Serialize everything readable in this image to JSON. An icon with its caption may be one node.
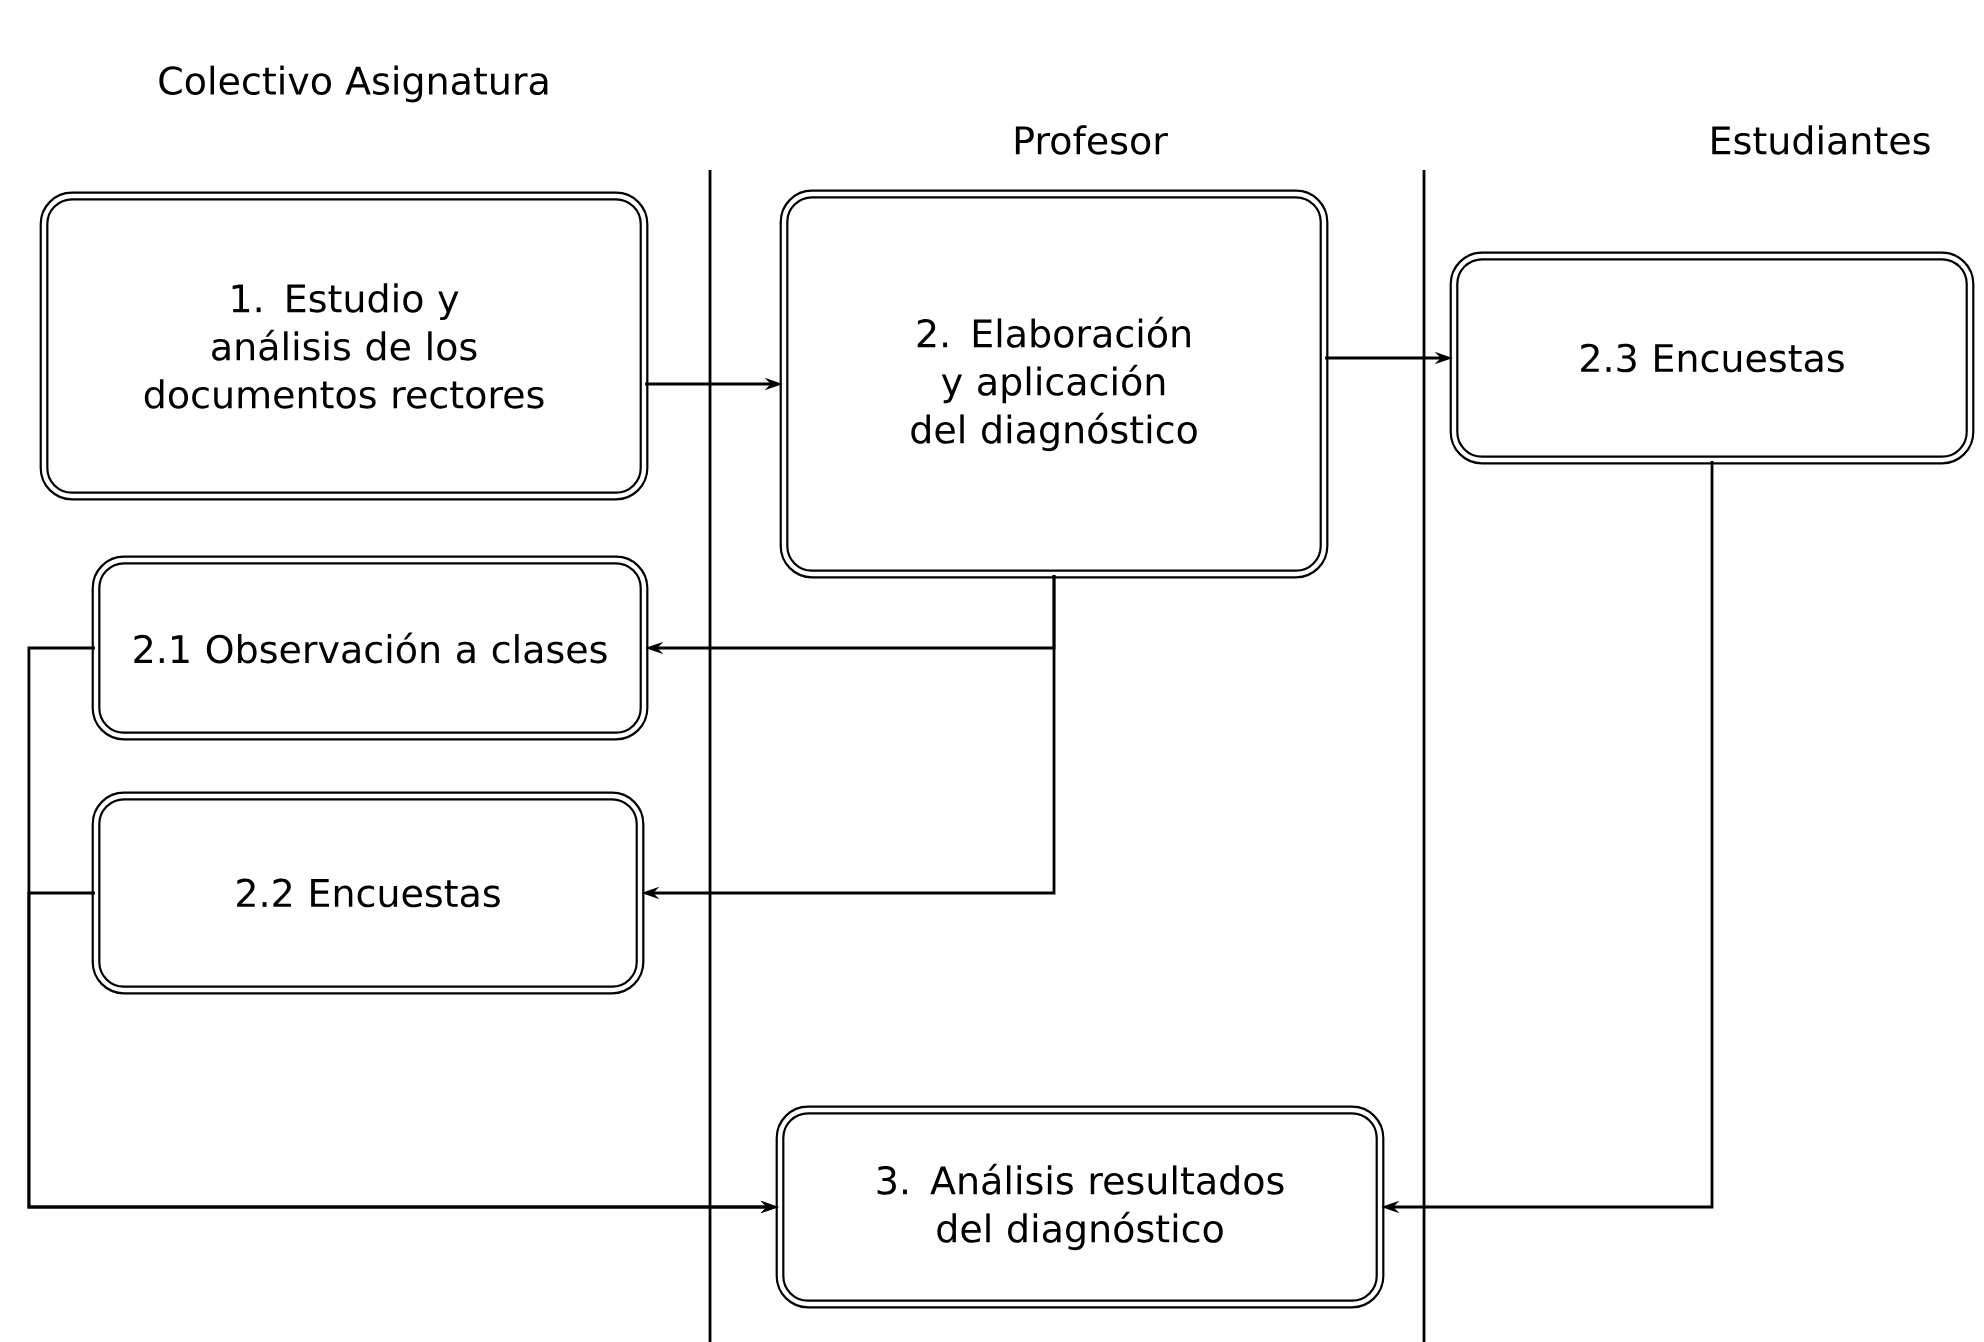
{
  "diagram": {
    "nodes": [
      {
        "text": [
          "1. Estudio y análisis de los documentos rectores"
        ]
      },
      {
        "text": [
          "2. Elaboración y aplicación del diagnóstico"
        ]
      },
      {
        "text": [
          "2.3 Encuestas"
        ]
      },
      {
        "text": [
          "2.1 Observación a clases"
        ]
      },
      {
        "text": [
          "2.2 Encuestas"
        ]
      },
      {
        "text": [
          "3. Análisis resultados del diagnóstico"
        ]
      }
    ],
    "edges": [
      {
        "from": 0,
        "to": 1,
        "arrow": "to"
      },
      {
        "from": 1,
        "to": 2,
        "arrow": "to"
      },
      {
        "from": 1,
        "to": 3,
        "arrow": "to"
      },
      {
        "from": 1,
        "to": 4,
        "arrow": "to"
      },
      {
        "from": 3,
        "to": 5,
        "arrow": "to"
      },
      {
        "from": 4,
        "to": 5,
        "arrow": "to"
      },
      {
        "from": 2,
        "to": 5,
        "arrow": "to"
      }
    ],
    "labels": [
      "Colectivo Asignatura",
      "Profesor",
      "Estudiantes"
    ]
  }
}
